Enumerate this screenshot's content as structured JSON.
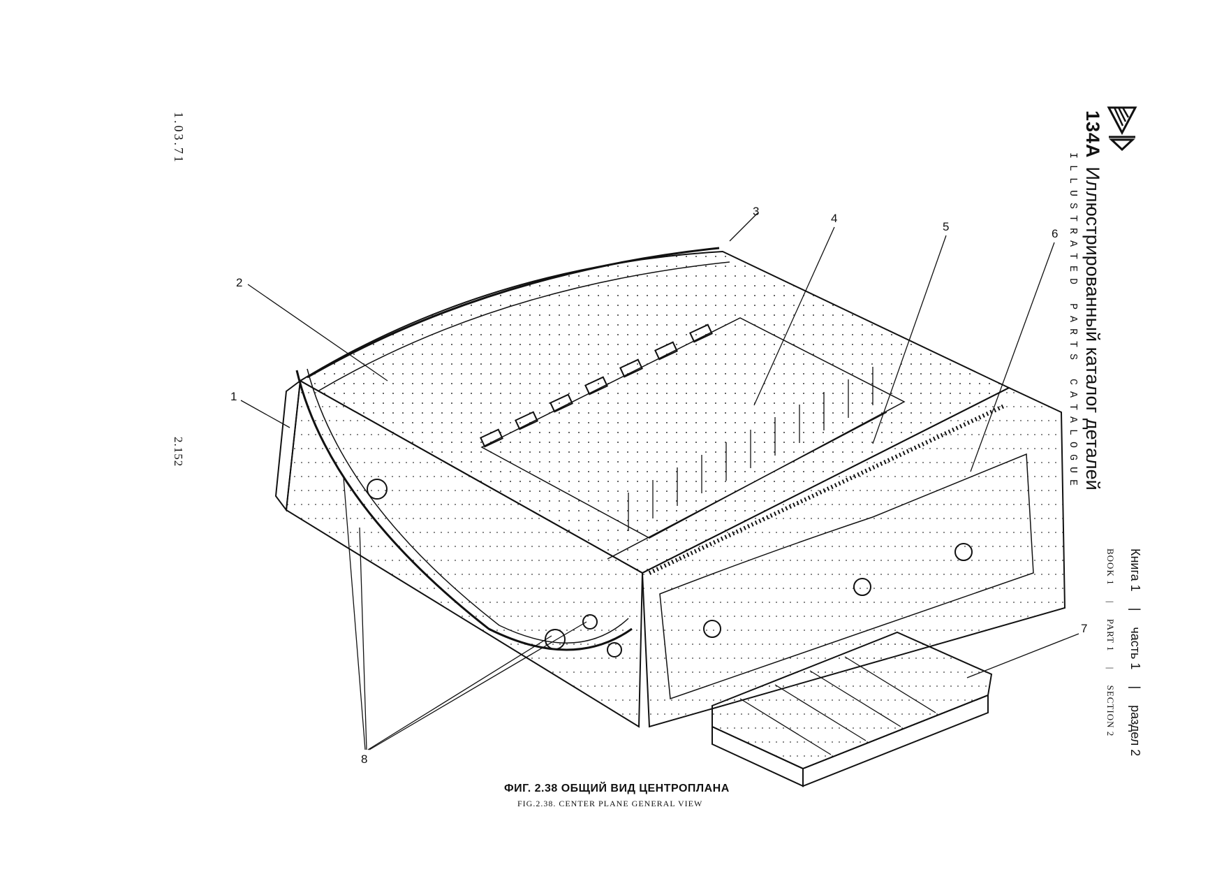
{
  "margin": {
    "date": "1.03.71",
    "page_number": "2.152"
  },
  "header": {
    "model": "134A",
    "title_ru": "Иллюстрированный каталог деталей",
    "title_en": "ILLUSTRATED PARTS CATALOGUE"
  },
  "book_info": {
    "ru_book": "Книга 1",
    "ru_part": "часть 1",
    "ru_section": "раздел 2",
    "en_book": "BOOK 1",
    "en_part": "PART 1",
    "en_section": "SECTION 2",
    "separator": "|"
  },
  "figure": {
    "callouts": [
      "1",
      "2",
      "3",
      "4",
      "5",
      "6",
      "7",
      "8"
    ],
    "caption_ru": "ФИГ. 2.38  ОБЩИЙ ВИД ЦЕНТРОПЛАНА",
    "caption_en": "FIG.2.38. CENTER PLANE GENERAL VIEW"
  }
}
